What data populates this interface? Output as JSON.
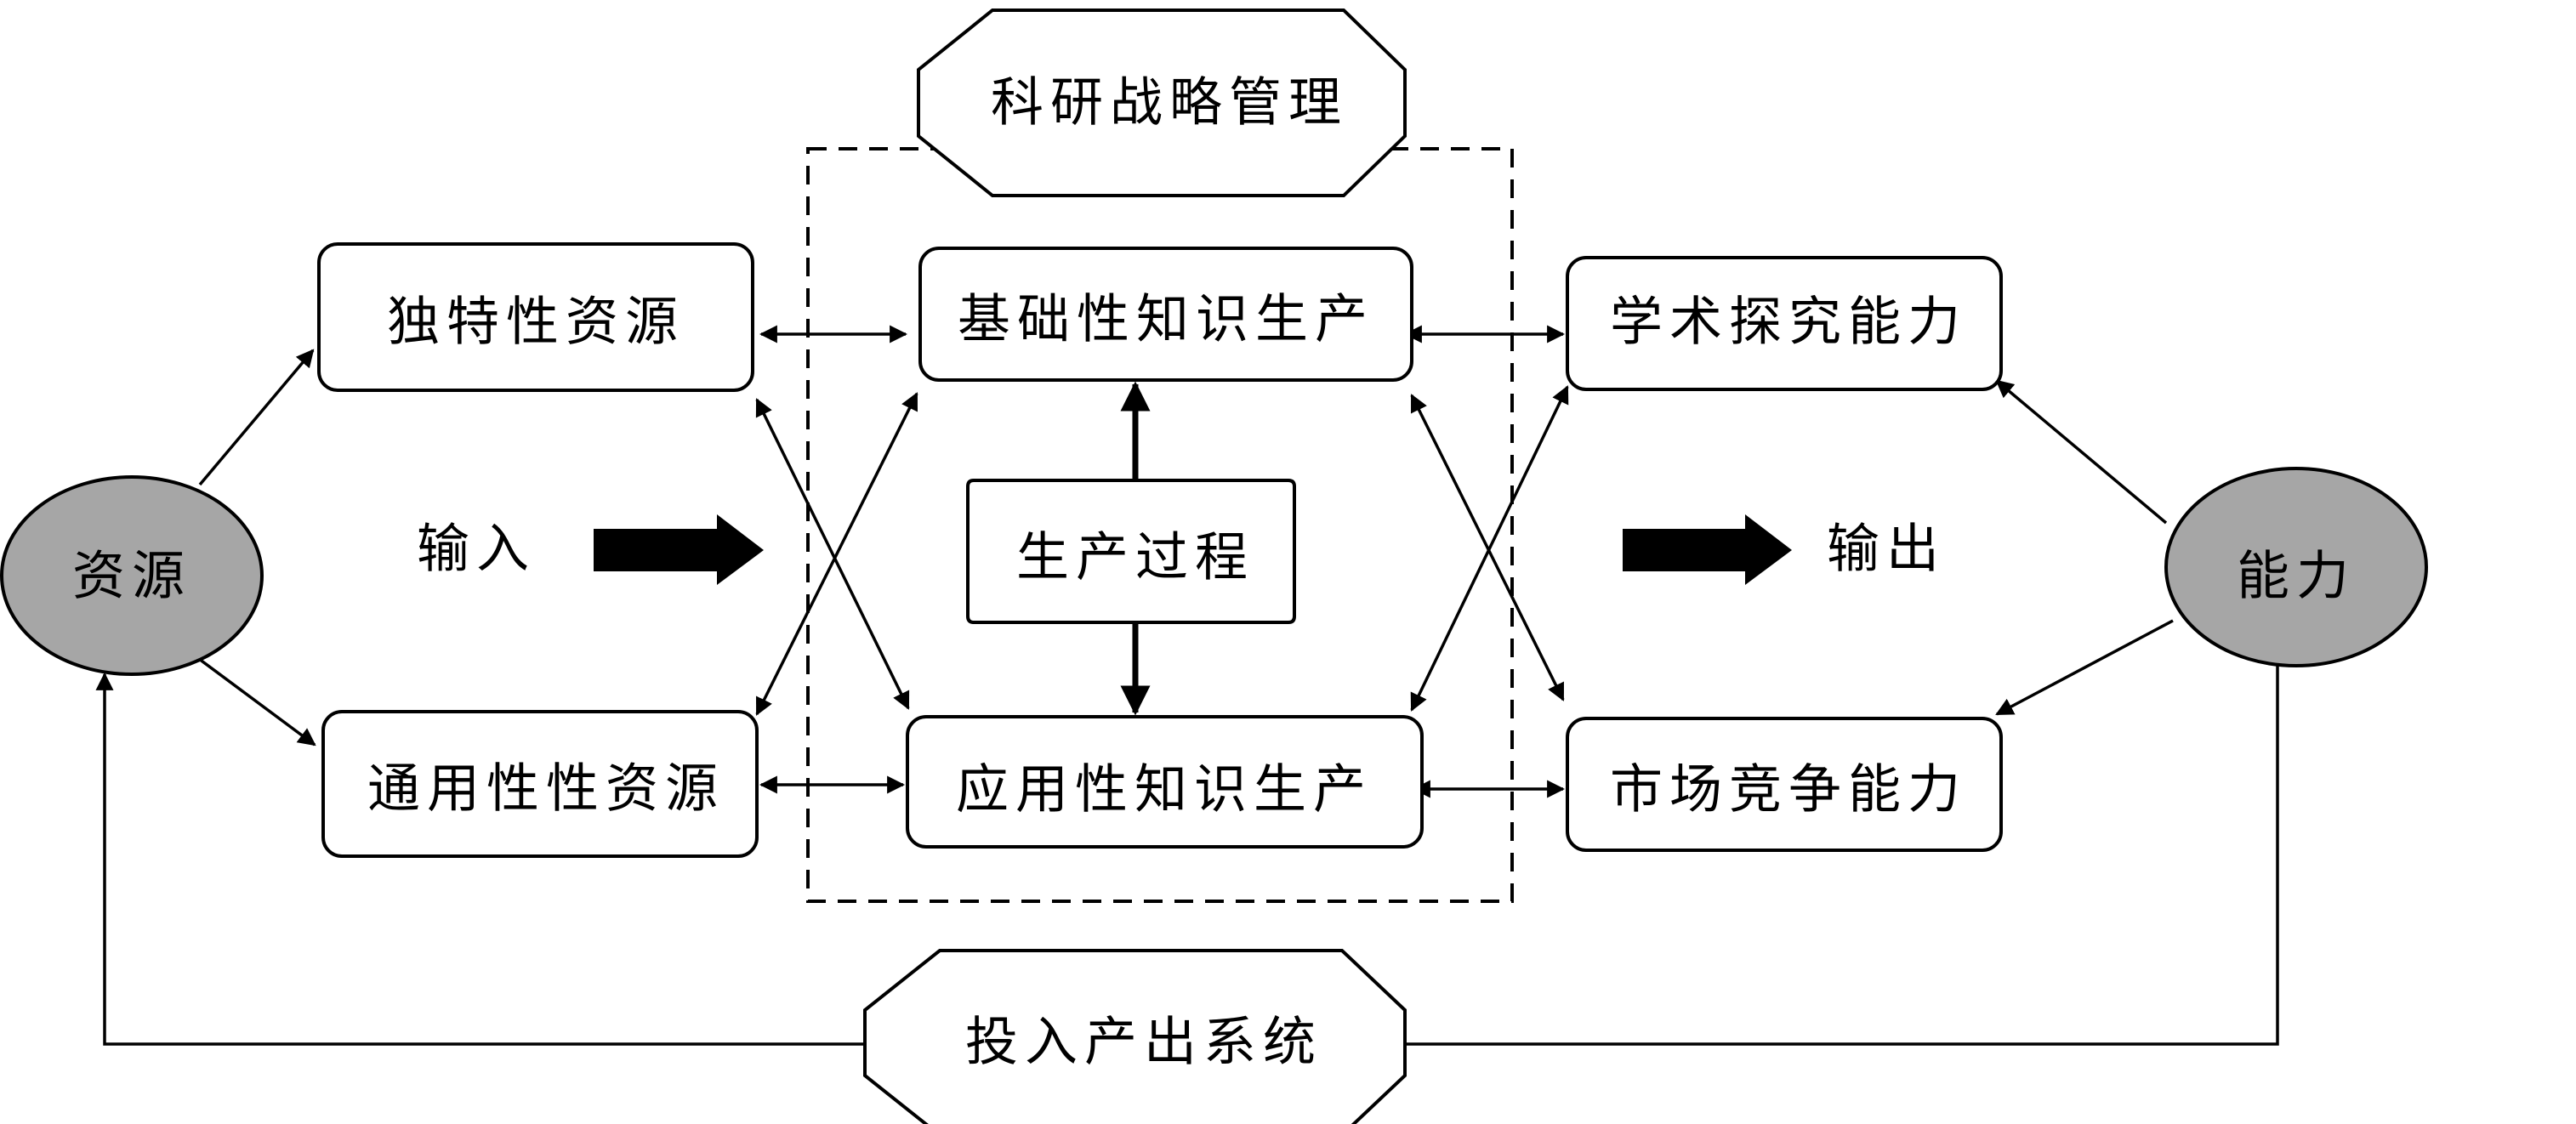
{
  "colors": {
    "stroke": "#000000",
    "ellipse_fill": "#a6a6a6",
    "background": "#ffffff"
  },
  "nodes": {
    "resources": "资源",
    "capability": "能力",
    "unique_resources": "独特性资源",
    "generic_resources": "通用性性资源",
    "basic_knowledge": "基础性知识生产",
    "applied_knowledge": "应用性知识生产",
    "production_process": "生产过程",
    "academic_ability": "学术探究能力",
    "market_ability": "市场竞争能力",
    "strategy_mgmt": "科研战略管理",
    "io_system": "投入产出系统"
  },
  "labels": {
    "input": "输入",
    "output": "输出"
  }
}
